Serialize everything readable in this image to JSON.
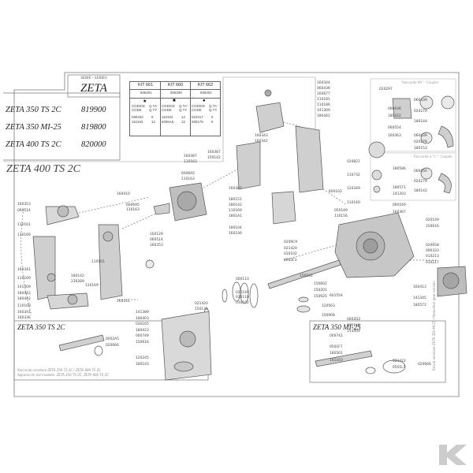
{
  "header": {
    "series_label": "SERIE - SERIES",
    "series_name": "ZETA"
  },
  "models": [
    {
      "name": "ZETA 350 TS 2C",
      "code": "819900"
    },
    {
      "name": "ZETA 350 MI-25",
      "code": "819800"
    },
    {
      "name": "ZETA 400 TS 2C",
      "code": "820000"
    }
  ],
  "kits": [
    {
      "title": "KIT 661",
      "ref": "606201",
      "symbol": "★",
      "col1": "CODICE CODE",
      "col2": "Q.TA' Q.TY",
      "rows": [
        [
          "090333",
          "6"
        ],
        [
          "110163",
          "12"
        ]
      ]
    },
    {
      "title": "KIT 660",
      "ref": "606209",
      "symbol": "■",
      "col1": "CODICE CODE",
      "col2": "Q.TA' Q.TY",
      "rows": [
        [
          "110163",
          "12"
        ],
        [
          "6006A5",
          "12"
        ]
      ]
    },
    {
      "title": "KIT 662",
      "ref": "606202",
      "symbol": "●",
      "col1": "CODICE CODE",
      "col2": "Q.TA' Q.TY",
      "rows": [
        [
          "010217",
          "6"
        ],
        [
          "200179",
          "6"
        ]
      ]
    }
  ],
  "sections": {
    "main": "ZETA 400 TS 2C",
    "left_box": "ZETA 350 TS 2C",
    "right_box": "ZETA 350 MI-25"
  },
  "side_notes": {
    "top_right_1": "Raccordo 90° - Coupler",
    "top_right_2": "Raccordo a \"L\" - Coupler",
    "bottom_note_1": "Raccordo versione ZETA 350 TS 2C / ZETA 400 TS 2C",
    "bottom_note_2": "Apparecchi dal modello: ZETA 350 TS 2C, ZETA 400 TS 2C",
    "right_vertical": "Rinvio versione ZETA 350 MI-25 / Reduction gear version"
  },
  "brand": {
    "logo_letter": "K",
    "logo_color": "#cccccc"
  },
  "part_numbers": [
    {
      "t": "160344"
    },
    {
      "t": "060436"
    },
    {
      "t": "160677"
    },
    {
      "t": "110181"
    },
    {
      "t": "110186"
    },
    {
      "t": "141309"
    },
    {
      "t": "180442"
    },
    {
      "t": "160387"
    },
    {
      "t": "150142"
    },
    {
      "t": "160343"
    },
    {
      "t": "160342"
    },
    {
      "t": "160387"
    },
    {
      "t": "110163"
    },
    {
      "t": "6006A5"
    },
    {
      "t": "110163"
    },
    {
      "t": "160410"
    },
    {
      "t": "160387"
    },
    {
      "t": "180151"
    },
    {
      "t": "180142"
    },
    {
      "t": "110169"
    },
    {
      "t": "1801A1"
    },
    {
      "t": "180104"
    },
    {
      "t": "160336"
    },
    {
      "t": "6006A5"
    },
    {
      "t": "110163"
    },
    {
      "t": "160129"
    },
    {
      "t": "060514"
    },
    {
      "t": "160353"
    },
    {
      "t": "160353"
    },
    {
      "t": "060514"
    },
    {
      "t": "110161"
    },
    {
      "t": "110169"
    },
    {
      "t": "160341"
    },
    {
      "t": "110169"
    },
    {
      "t": "141309"
    },
    {
      "t": "180442"
    },
    {
      "t": "1804A2"
    },
    {
      "t": "110169"
    },
    {
      "t": "160341"
    },
    {
      "t": "160336"
    },
    {
      "t": "180142"
    },
    {
      "t": "230289"
    },
    {
      "t": "110169"
    },
    {
      "t": "110161"
    },
    {
      "t": "160141"
    },
    {
      "t": "020297"
    },
    {
      "t": "060436"
    },
    {
      "t": "180162"
    },
    {
      "t": "060554"
    },
    {
      "t": "160363"
    },
    {
      "t": "060439"
    },
    {
      "t": "020279"
    },
    {
      "t": "180144"
    },
    {
      "t": "060439"
    },
    {
      "t": "020279"
    },
    {
      "t": "180153"
    },
    {
      "t": "060450"
    },
    {
      "t": "020279"
    },
    {
      "t": "180142"
    },
    {
      "t": "020821"
    },
    {
      "t": "110732"
    },
    {
      "t": "120349"
    },
    {
      "t": "110169"
    },
    {
      "t": "600102"
    },
    {
      "t": "180586"
    },
    {
      "t": "180571"
    },
    {
      "t": "141203"
    },
    {
      "t": "060549"
    },
    {
      "t": "160367"
    },
    {
      "t": "050149"
    },
    {
      "t": "110156"
    },
    {
      "t": "020149"
    },
    {
      "t": "150616"
    },
    {
      "t": "0209C9"
    },
    {
      "t": "021420"
    },
    {
      "t": "030102"
    },
    {
      "t": "0002F3"
    },
    {
      "t": "150102"
    },
    {
      "t": "000110"
    },
    {
      "t": "020149"
    },
    {
      "t": "030110"
    },
    {
      "t": "030102"
    },
    {
      "t": "150602"
    },
    {
      "t": "150201"
    },
    {
      "t": "150925"
    },
    {
      "t": "601554"
    },
    {
      "t": "120563"
    },
    {
      "t": "150908"
    },
    {
      "t": "021420"
    },
    {
      "t": "150131"
    },
    {
      "t": "141389"
    },
    {
      "t": "180403"
    },
    {
      "t": "030165"
    },
    {
      "t": "180423"
    },
    {
      "t": "000749"
    },
    {
      "t": "150616"
    },
    {
      "t": "120245"
    },
    {
      "t": "180143"
    },
    {
      "t": "0002A5"
    },
    {
      "t": "020666"
    },
    {
      "t": "020658"
    },
    {
      "t": "090333"
    },
    {
      "t": "010213"
    },
    {
      "t": "010217"
    },
    {
      "t": "160413"
    },
    {
      "t": "141345"
    },
    {
      "t": "180572"
    },
    {
      "t": "0002D2"
    },
    {
      "t": "030148"
    },
    {
      "t": "153409"
    },
    {
      "t": "000741"
    },
    {
      "t": "0501F7"
    },
    {
      "t": "180501"
    },
    {
      "t": "141103"
    },
    {
      "t": "021422"
    },
    {
      "t": "0501L5"
    },
    {
      "t": "020666"
    }
  ]
}
